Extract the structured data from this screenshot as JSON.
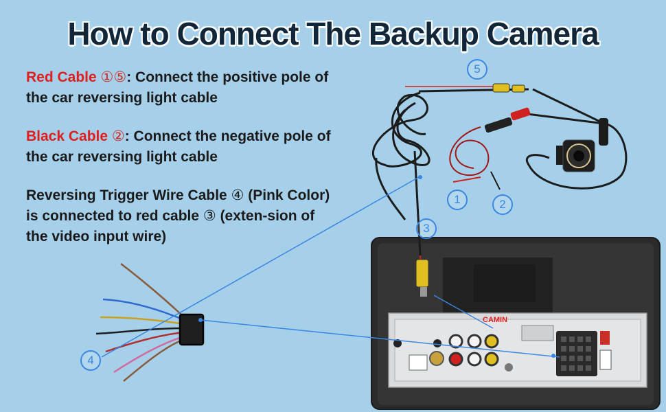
{
  "title": "How to Connect The Backup Camera",
  "instructions": [
    {
      "highlight": "Red Cable",
      "highlight_color": "#e01e1e",
      "markers": "①⑤",
      "text": ": Connect the positive pole of the car reversing light cable"
    },
    {
      "highlight": "Black Cable",
      "highlight_color": "#e01e1e",
      "markers": "②",
      "text": ": Connect the negative pole of the car reversing light cable"
    },
    {
      "text_part1": "Reversing Trigger Wire Cable ",
      "marker_a": "④",
      "text_part2": " (Pink Color) is connected to red cable ",
      "marker_b": "③",
      "text_part3": " (exten-sion of the video input wire)"
    }
  ],
  "labels": {
    "n1": "1",
    "n2": "2",
    "n3": "3",
    "n4": "4",
    "n5": "5",
    "camin": "CAMIN"
  },
  "colors": {
    "background": "#a6d0ea",
    "title": "#112638",
    "badge": "#3a86e0",
    "red_label": "#e01e1e",
    "pointer_line": "#3a86e0"
  }
}
